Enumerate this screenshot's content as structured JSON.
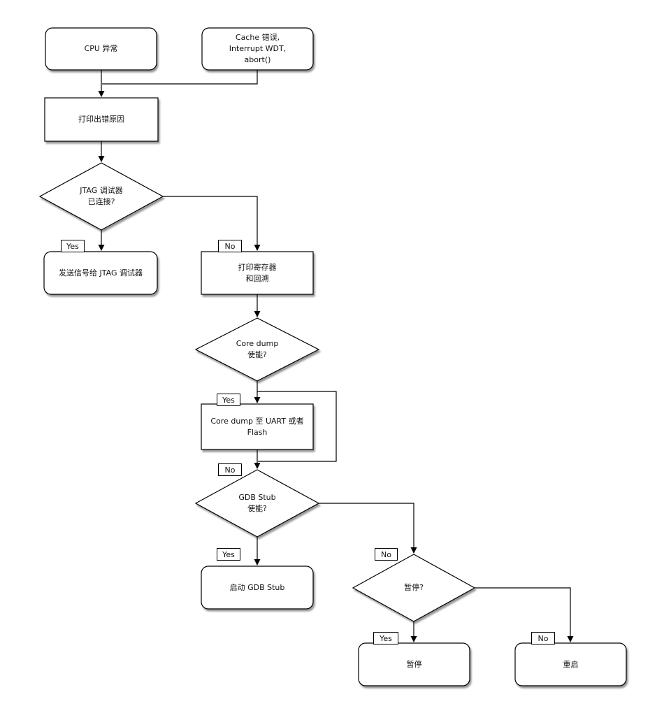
{
  "nodes": {
    "cpu_exception": "CPU 异常",
    "cache_error": "Cache 错误,\nInterrupt WDT,\nabort()",
    "print_error_reason": "打印出错原因",
    "jtag_connected_q": "JTAG 调试器\n已连接?",
    "send_signal_jtag": "发送信号给 JTAG 调试器",
    "print_registers_backtrace": "打印寄存器\n和回溯",
    "core_dump_enabled_q": "Core dump\n使能?",
    "core_dump_uart_flash": "Core dump 至 UART 或者 Flash",
    "gdb_stub_enabled_q": "GDB Stub\n使能?",
    "start_gdb_stub": "启动 GDB Stub",
    "halt_q": "暂停?",
    "halt": "暂停",
    "reboot": "重启"
  },
  "branches": {
    "yes": "Yes",
    "no": "No"
  },
  "colors": {
    "stroke": "#000000",
    "fill": "#ffffff",
    "text": "#111111",
    "shadow": "#8a8a8a"
  }
}
